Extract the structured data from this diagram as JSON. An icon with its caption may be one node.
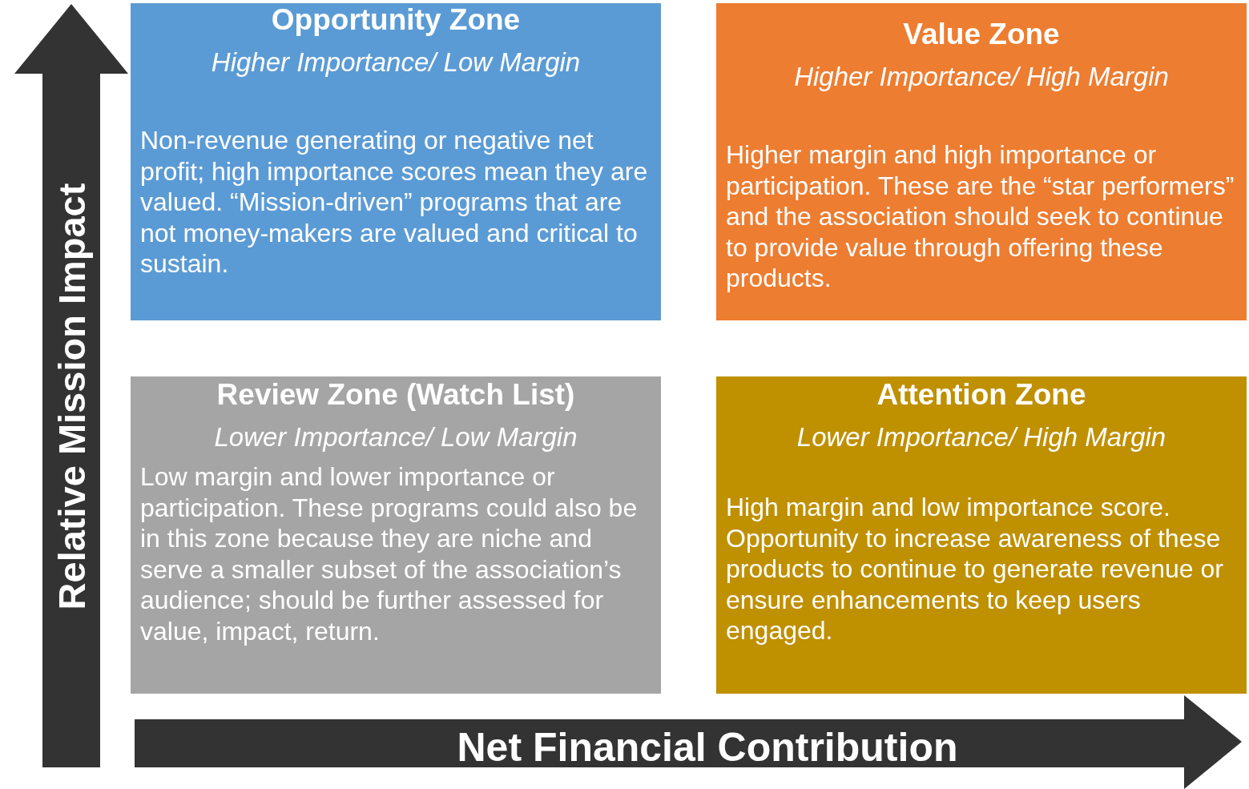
{
  "diagram": {
    "nodes": [
      {
        "text": [
          "Opportunity Zone",
          "Higher Importance/ Low Margin",
          "Non-revenue generating or negative net profit; high importance scores mean they are valued. “Mission-driven” programs that are not money-makers are valued and critical to sustain."
        ]
      },
      {
        "text": [
          "Value Zone",
          "Higher Importance/ High Margin",
          "Higher margin and high importance or participation. These are the “star performers” and the association should seek to continue to provide value through offering these products."
        ]
      },
      {
        "text": [
          "Review Zone (Watch List)",
          "Lower Importance/ Low Margin",
          "Low margin and lower importance or participation. These programs could also be in this zone because they are niche and serve a smaller subset of the association’s audience; should be further assessed for value, impact, return."
        ]
      },
      {
        "text": [
          "Attention Zone",
          "Lower Importance/ High Margin",
          "High margin and low importance score. Opportunity to increase awareness of these products to continue to generate revenue or ensure enhancements to keep users engaged."
        ]
      }
    ],
    "labels": [
      "Relative Mission Impact",
      "Net Financial Contribution"
    ]
  }
}
